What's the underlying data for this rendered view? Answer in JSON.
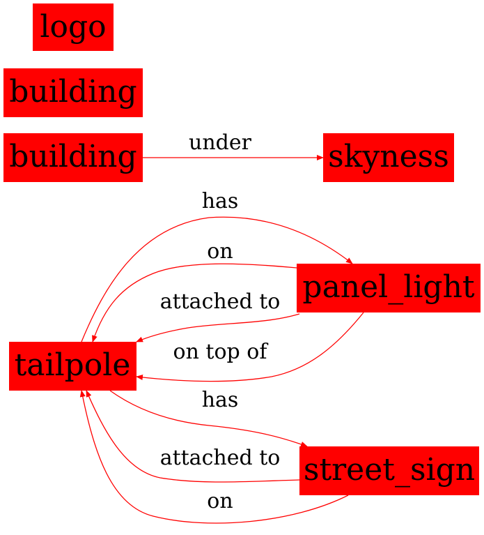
{
  "colors": {
    "node_fill": "#ff0000",
    "edge": "#ff0000",
    "text": "#000000"
  },
  "nodes": {
    "logo": "logo",
    "building_1": "building",
    "building_2": "building",
    "skyness": "skyness",
    "panel_light": "panel_light",
    "tailpole": "tailpole",
    "street_sign": "street_sign"
  },
  "edges": [
    {
      "from": "building",
      "to": "skyness",
      "label": "under"
    },
    {
      "from": "tailpole",
      "to": "panel_light",
      "label": "has"
    },
    {
      "from": "panel_light",
      "to": "tailpole",
      "label": "on"
    },
    {
      "from": "panel_light",
      "to": "tailpole",
      "label": "attached to"
    },
    {
      "from": "panel_light",
      "to": "tailpole",
      "label": "on top of"
    },
    {
      "from": "tailpole",
      "to": "street_sign",
      "label": "has"
    },
    {
      "from": "street_sign",
      "to": "tailpole",
      "label": "attached to"
    },
    {
      "from": "street_sign",
      "to": "tailpole",
      "label": "on"
    }
  ]
}
